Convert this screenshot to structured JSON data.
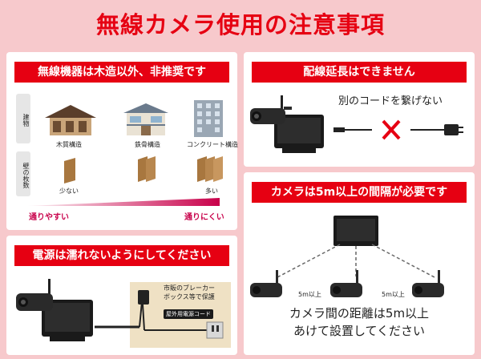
{
  "title": "無線カメラ使用の注意事項",
  "panel_wood": {
    "header": "無線機器は木造以外、非推奨です",
    "row_building_label": "建物",
    "row_walls_label": "壁の枚数",
    "buildings": [
      "木質構造",
      "鉄骨構造",
      "コンクリート構造"
    ],
    "walls": [
      "少ない",
      "",
      "多い"
    ],
    "ease_left": "通りやすい",
    "ease_right": "通りにくい"
  },
  "panel_extension": {
    "header": "配線延長はできません",
    "note": "別のコードを繋げない"
  },
  "panel_distance": {
    "header": "カメラは5m以上の間隔が必要です",
    "gap_left": "5m以上",
    "gap_right": "5m以上",
    "line1": "カメラ間の距離は5m以上",
    "line2": "あけて設置してください"
  },
  "panel_power": {
    "header": "電源は濡れないようにしてください",
    "note1": "市販のブレーカー",
    "note2": "ボックス等で保護",
    "cord_label": "屋外用電源コード"
  },
  "colors": {
    "accent": "#e60012",
    "background": "#f7c9cc"
  }
}
